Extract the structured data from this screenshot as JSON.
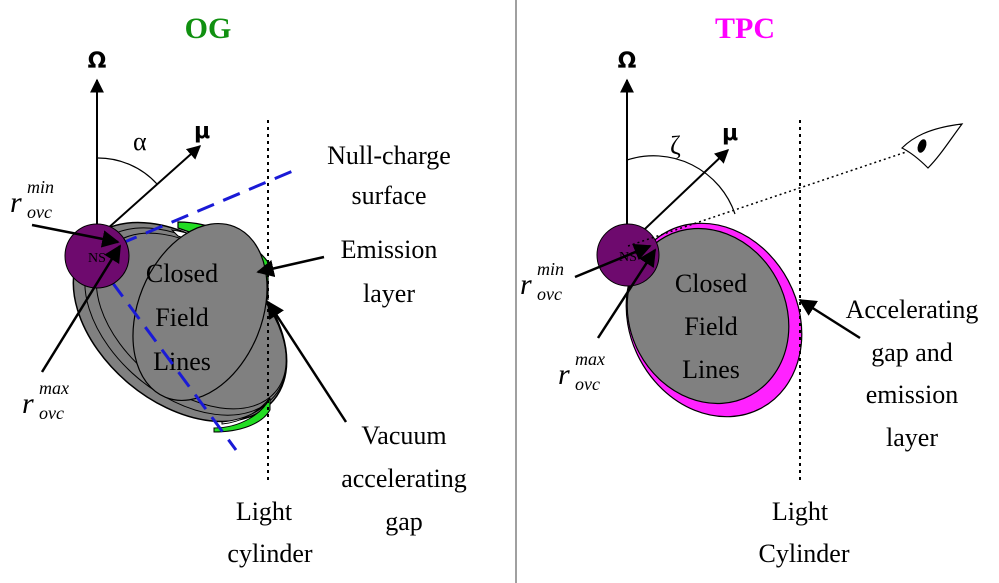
{
  "colors": {
    "og_title": "#109010",
    "tpc_title": "#ff00ff",
    "neutron_star": "#6e0a6e",
    "closed_region": "#808080",
    "og_gap": "#22dd22",
    "tpc_gap": "#ff22ff",
    "null_surface": "#1a1ad6",
    "divider": "#808080"
  },
  "og": {
    "title": "OG",
    "omega_symbol": "Ω",
    "mu_symbol": "μ",
    "angle_symbol": "α",
    "ns_label": "NS",
    "closed_field_lines": [
      "Closed",
      "Field",
      "Lines"
    ],
    "r_symbol": "r",
    "r_min_sup": "min",
    "r_min_sub": "ovc",
    "r_max_sup": "max",
    "r_max_sub": "ovc",
    "null_charge": [
      "Null-charge",
      "surface"
    ],
    "emission_layer": [
      "Emission",
      "layer"
    ],
    "vacuum_gap": [
      "Vacuum",
      "accelerating",
      "gap"
    ],
    "light_cylinder": [
      "Light",
      "cylinder"
    ]
  },
  "tpc": {
    "title": "TPC",
    "omega_symbol": "Ω",
    "mu_symbol": "μ",
    "angle_symbol": "ζ",
    "ns_label": "NS",
    "closed_field_lines": [
      "Closed",
      "Field",
      "Lines"
    ],
    "r_symbol": "r",
    "r_min_sup": "min",
    "r_min_sub": "ovc",
    "r_max_sup": "max",
    "r_max_sub": "ovc",
    "gap_emission": [
      "Accelerating",
      "gap and",
      "emission",
      "layer"
    ],
    "light_cylinder": [
      "Light",
      "Cylinder"
    ]
  }
}
